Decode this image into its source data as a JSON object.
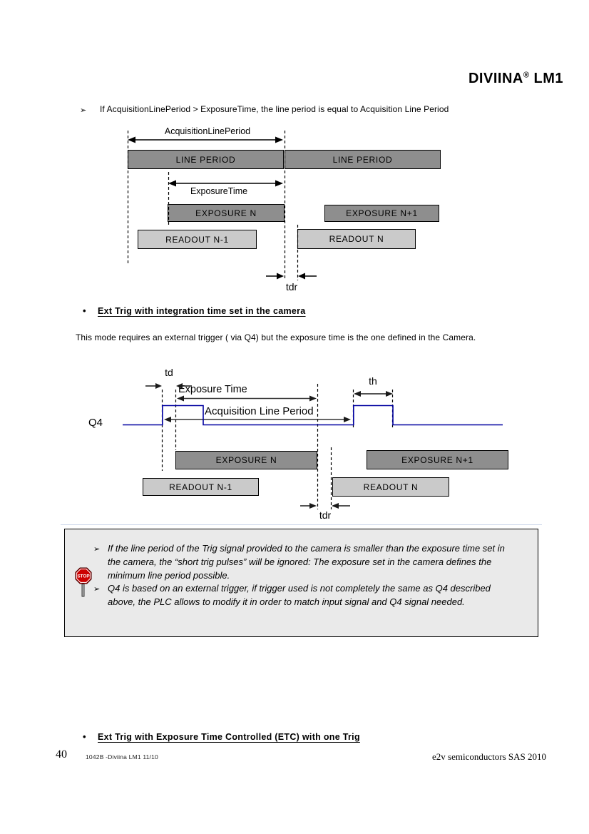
{
  "title": {
    "brand": "DIVIINA",
    "registered": "®",
    "model": "LM1"
  },
  "intro": {
    "marker": "➢",
    "text": "If AcquisitionLinePeriod > ExposureTime, the line period is equal to Acquisition Line Period"
  },
  "diagram1": {
    "acquisition_line_period": "AcquisitionLinePeriod",
    "line_period_left": "LINE PERIOD",
    "line_period_right": "LINE PERIOD",
    "exposure_time": "ExposureTime",
    "exposure_n": "EXPOSURE N",
    "exposure_n_plus_1": "EXPOSURE N+1",
    "readout_n_minus_1": "READOUT N-1",
    "readout_n": "READOUT N",
    "tdr": "tdr"
  },
  "section1": {
    "bullet": "•",
    "heading": "Ext Trig with integration time set in the camera",
    "body": "This mode requires an external trigger ( via Q4) but the exposure time is the one defined in the Camera."
  },
  "diagram2": {
    "td": "td",
    "th": "th",
    "exposure_time": "Exposure Time",
    "acquisition_line_period": "Acquisition Line Period",
    "q4": "Q4",
    "exposure_n": "EXPOSURE N",
    "exposure_n_plus_1": "EXPOSURE N+1",
    "readout_n_minus_1": "READOUT N-1",
    "readout_n": "READOUT N",
    "tdr": "tdr"
  },
  "note": {
    "stop_icon": "stop-sign",
    "stop_text": "STOP",
    "marker": "➢",
    "items": [
      "If the line period of the Trig signal provided to the camera is smaller than the exposure time set in the camera, the “short trig pulses” will be ignored: The exposure set in the camera defines the minimum line period possible.",
      "Q4 is based on an external trigger, if trigger used is not completely the same as Q4 described above, the PLC allows to modify it in order to match input signal and Q4 signal needed."
    ]
  },
  "section2": {
    "bullet": "•",
    "heading": "Ext Trig with Exposure Time Controlled (ETC) with one Trig"
  },
  "footer": {
    "page_number": "40",
    "doc_ref": "1042B -Diviina LM1 11/10",
    "copyright": "e2v semiconductors SAS 2010"
  },
  "colors": {
    "box_dark": "#8e8e8e",
    "box_light": "#cacaca",
    "signal_blue": "#0000a0",
    "note_bg": "#eaeaea",
    "stop_red": "#cc0000"
  }
}
